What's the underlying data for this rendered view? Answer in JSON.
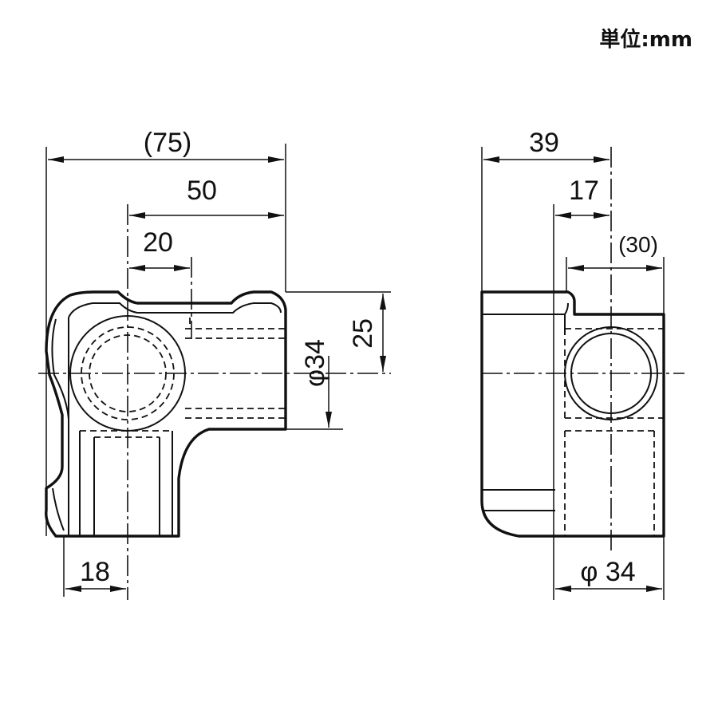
{
  "unit_label": "単位:mm",
  "front_view": {
    "dim_total_width": "(75)",
    "dim_50": "50",
    "dim_20": "20",
    "dim_25": "25",
    "dim_phi34": "φ34",
    "dim_18": "18"
  },
  "side_view": {
    "dim_39": "39",
    "dim_17": "17",
    "dim_30": "(30)",
    "dim_phi34": "φ 34"
  }
}
